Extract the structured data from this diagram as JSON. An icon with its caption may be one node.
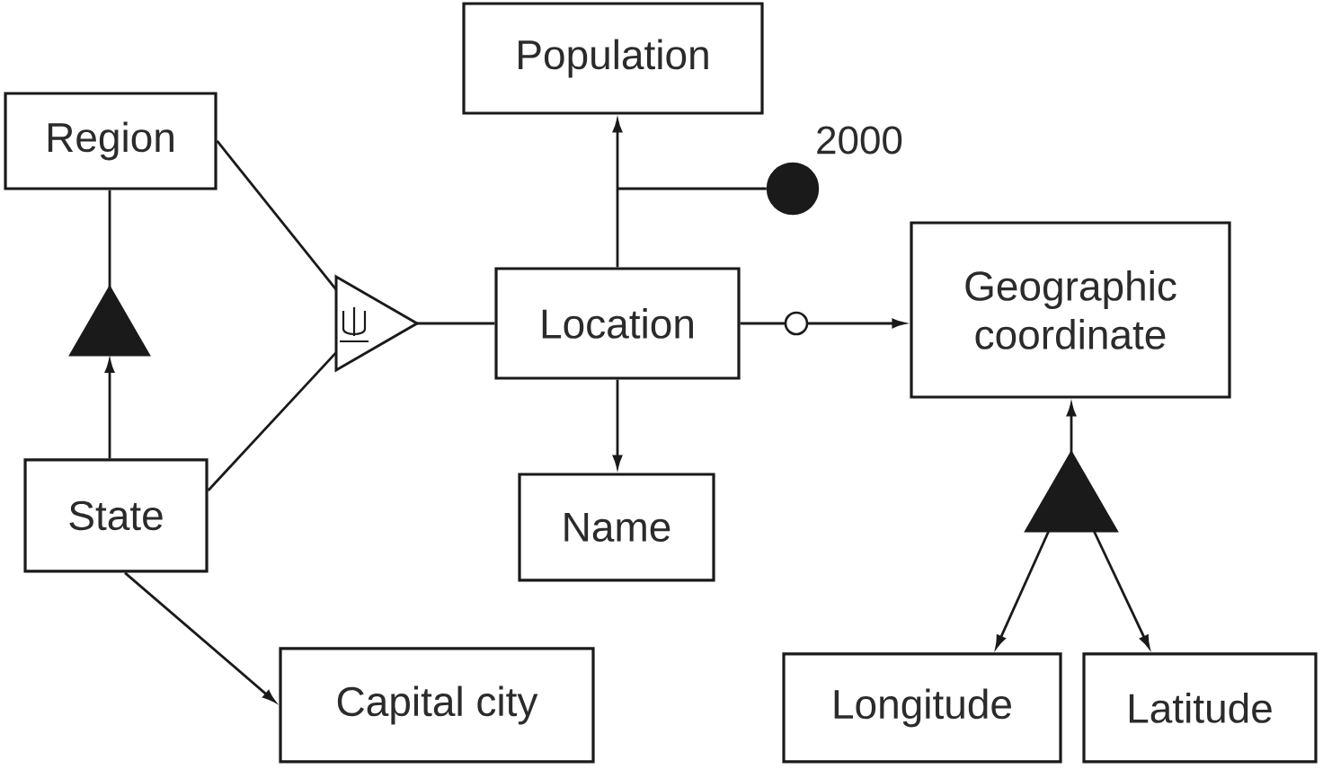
{
  "diagram": {
    "nodes": [
      {
        "text": [
          "Region"
        ]
      },
      {
        "text": [
          "Population"
        ]
      },
      {
        "text": [],
        "shape": "circle",
        "beside": [
          "2000"
        ]
      },
      {
        "text": [],
        "shape": "triangle"
      },
      {
        "text": [],
        "shape": "triangle"
      },
      {
        "text": [
          "Location"
        ]
      },
      {
        "text": [
          "Geographic coordinate"
        ]
      },
      {
        "text": [],
        "shape": "triangle"
      },
      {
        "text": [
          "State"
        ]
      },
      {
        "text": [
          "Name"
        ]
      },
      {
        "text": [
          "Capital city"
        ]
      },
      {
        "text": [
          "Longitude"
        ]
      },
      {
        "text": [
          "Latitude"
        ]
      }
    ],
    "edges": [
      {
        "from": 0,
        "to": 4,
        "arrow": "none"
      },
      {
        "from": 8,
        "to": 4,
        "arrow": "none"
      },
      {
        "from": 4,
        "to": 5,
        "arrow": "none"
      },
      {
        "from": 5,
        "to": 1,
        "arrow": "to"
      },
      {
        "from": 2,
        "to": null,
        "arrow": "none"
      },
      {
        "from": 5,
        "to": 6,
        "arrow": "to"
      },
      {
        "from": 5,
        "to": 9,
        "arrow": "to"
      },
      {
        "from": 8,
        "to": 3,
        "arrow": "to"
      },
      {
        "from": 3,
        "to": 0,
        "arrow": "none"
      },
      {
        "from": 8,
        "to": 10,
        "arrow": "to"
      },
      {
        "from": 7,
        "to": 6,
        "arrow": "to"
      },
      {
        "from": 7,
        "to": 11,
        "arrow": "to"
      },
      {
        "from": 7,
        "to": 12,
        "arrow": "to"
      }
    ]
  }
}
